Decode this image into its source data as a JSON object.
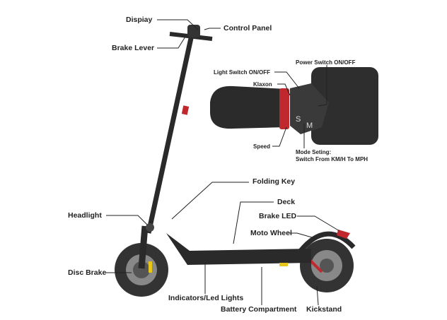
{
  "labels": {
    "display": "Dispiay",
    "control_panel": "Control Panel",
    "brake_lever": "Brake Lever",
    "power_switch": "Power Switch ON/OFF",
    "light_switch": "Light Switch ON/OFF",
    "klaxon": "Klaxon",
    "speed": "Speed",
    "mode_setting_1": "Mode Seting:",
    "mode_setting_2": "Switch From KM/H To MPH",
    "folding_key": "Folding Key",
    "deck": "Deck",
    "headlight": "Headlight",
    "brake_led": "Brake LED",
    "moto_wheel": "Moto Wheel",
    "disc_brake": "Disc Brake",
    "indicators": "Indicators/Led Lights",
    "battery": "Battery Compartment",
    "kickstand": "Kickstand"
  },
  "buttons": {
    "speed": "S",
    "mode": "M"
  },
  "colors": {
    "accent": "#c0282d",
    "body": "#2a2a2a",
    "line": "#222222"
  }
}
